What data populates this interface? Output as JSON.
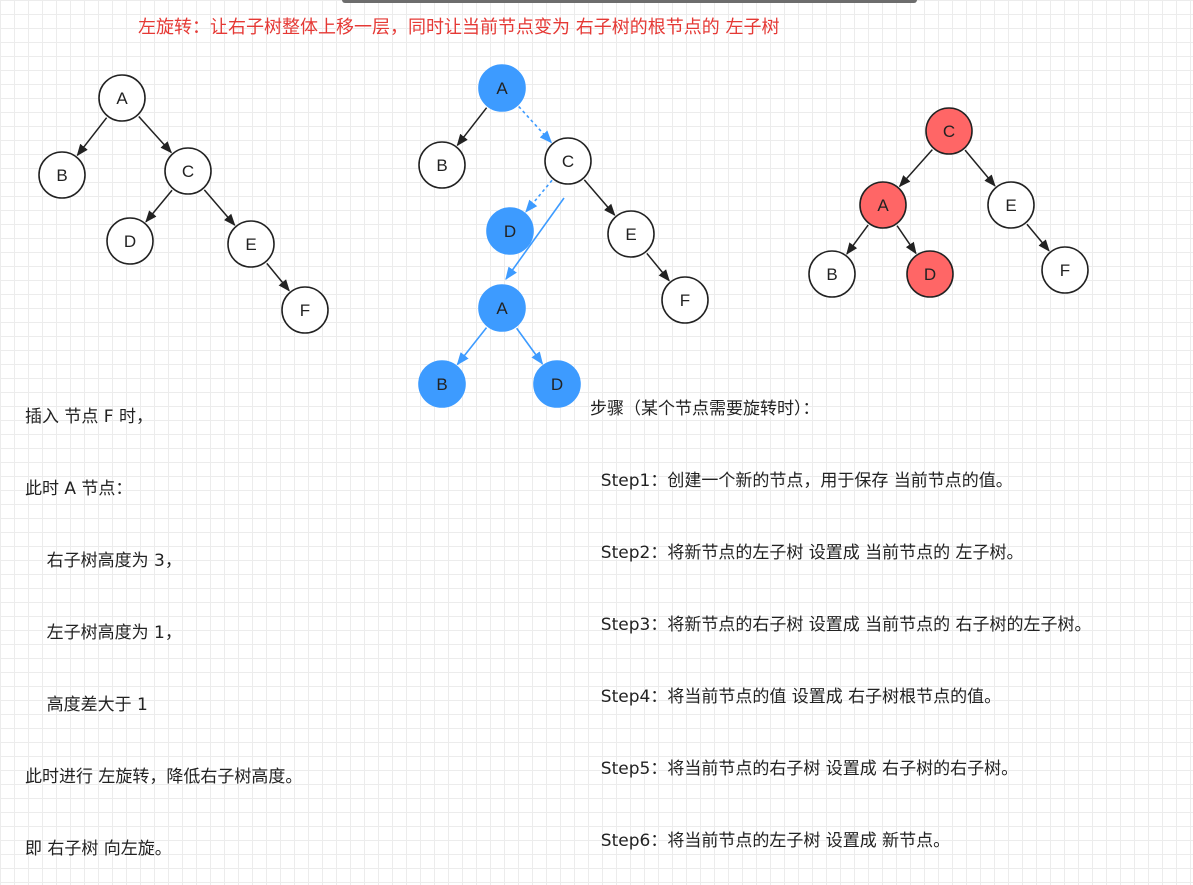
{
  "title": "左旋转：让右子树整体上移一层，同时让当前节点变为 右子树的根节点的 左子树",
  "colors": {
    "title": "#e53935",
    "blue_node": "#3d9bff",
    "red_node": "#ff6666",
    "plain_node": "#ffffff",
    "blue_edge": "#3d9bff",
    "edge": "#222222"
  },
  "tree_before": {
    "nodes": [
      "A",
      "B",
      "C",
      "D",
      "E",
      "F"
    ]
  },
  "tree_process": {
    "nodes": [
      "A",
      "B",
      "C",
      "D",
      "E",
      "F",
      "A",
      "B",
      "D"
    ]
  },
  "tree_after": {
    "nodes": [
      "C",
      "A",
      "E",
      "B",
      "D",
      "F"
    ]
  },
  "left_caption": [
    "插入 节点 F 时，",
    "此时 A 节点：",
    "    右子树高度为 3，",
    "    左子树高度为 1，",
    "    高度差大于 1",
    "此时进行 左旋转，降低右子树高度。",
    "即 右子树 向左旋。"
  ],
  "steps_caption": [
    "步骤（某个节点需要旋转时）：",
    "  Step1：创建一个新的节点，用于保存 当前节点的值。",
    "  Step2：将新节点的左子树 设置成 当前节点的 左子树。",
    "  Step3：将新节点的右子树 设置成 当前节点的 右子树的左子树。",
    "  Step4：将当前节点的值 设置成 右子树根节点的值。",
    "  Step5：将当前节点的右子树 设置成 右子树的右子树。",
    "  Step6：将当前节点的左子树 设置成 新节点。"
  ]
}
